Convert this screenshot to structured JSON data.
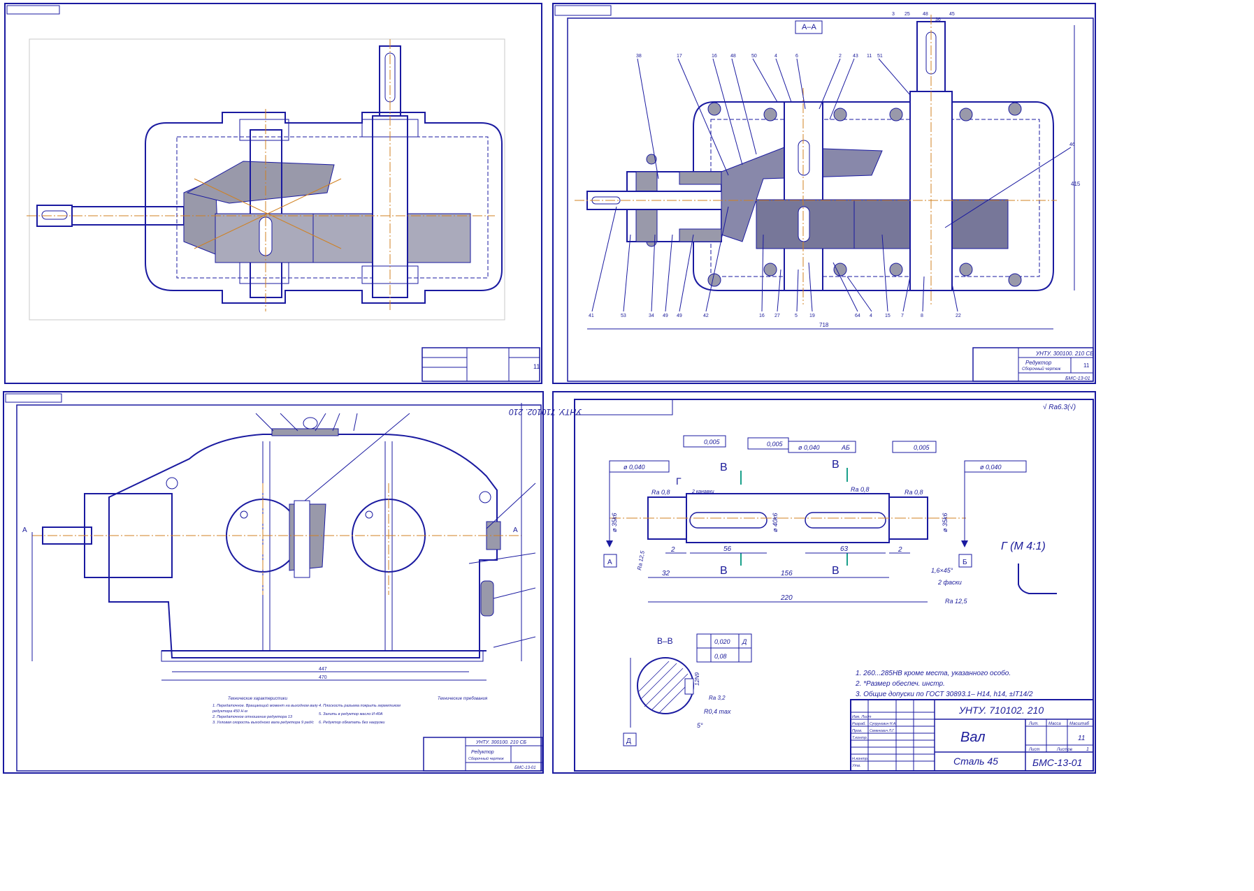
{
  "colors": {
    "line": "#1a1aa0",
    "hatch": "#444466",
    "axis": "#d08020",
    "bg": "#ffffff"
  },
  "sheet1": {
    "stamp_code": "",
    "sheet_num": "11"
  },
  "sheet2": {
    "section_label": "А–А",
    "stamp_code": "УНТУ. 300100. 210 СБ",
    "stamp_title_1": "Редуктор",
    "stamp_title_2": "Сборочный чертеж",
    "stamp_group": "БМС-13-01",
    "sheet_num": "11",
    "dim_overall": "718",
    "dim_height": "415",
    "top_callouts": [
      "3",
      "25",
      "48",
      "36",
      "45"
    ],
    "left_callouts": [
      "38",
      "17",
      "16",
      "48",
      "50",
      "4",
      "6",
      "2",
      "43",
      "11",
      "51",
      "46"
    ],
    "bottom_callouts": [
      "41",
      "53",
      "34",
      "49",
      "49",
      "42",
      "16",
      "27",
      "5",
      "19",
      "64",
      "4",
      "15",
      "7",
      "8",
      "22"
    ]
  },
  "sheet3": {
    "stamp_code": "УНТУ. 300100. 210 СБ",
    "stamp_title_1": "Редуктор",
    "stamp_title_2": "Сборочный чертеж",
    "stamp_group": "БМС-13-01",
    "label_A_left": "А",
    "label_A_right": "А",
    "dim_width": "447",
    "dim_total": "470",
    "tech_title": "Технические характеристики",
    "tech_lines": [
      "1. Передаточное. Вращающий момент на выходном валу",
      "   редуктора 450 Н·м",
      "2. Передаточное отношение редуктора 13",
      "3. Угловая скорость выходного вала редуктора 9 рад/с"
    ],
    "req_title": "Технические требования",
    "req_lines": [
      "4. Плоскость разъема покрыть герметиком",
      "5. Залить в редуктор масло И-40А",
      "6. Редуктор обкатать без нагрузки"
    ]
  },
  "sheet4": {
    "stamp_code": "УНТУ. 710102. 210",
    "stamp_code_rotated": "УНТУ. 710102. 210",
    "part_name": "Вал",
    "material": "Сталь 45",
    "group": "БМС-13-01",
    "sheet_num": "11",
    "roughness_general": "√ Ra6.3(√)",
    "view_G": "Г (М 4:1)",
    "section_BB": "В–В",
    "tol_1": "0,005",
    "tol_2": "0,005",
    "tol_3": "0,005",
    "runout_1": "ø 0,040",
    "runout_2": "ø 0,040",
    "runout_3": "ø 0,040",
    "datum_ref": "АБ",
    "ra_08_a": "Ra 0,8",
    "ra_08_b": "Ra 0,8",
    "ra_08_c": "Ra 0,8",
    "ra_125": "Ra 12,5",
    "ra_125_b": "Ra 12,5",
    "ra_32": "Ra 3,2",
    "dim_2a": "2",
    "dim_2b": "2",
    "dim_56": "56",
    "dim_63": "63",
    "dim_32": "32",
    "dim_156": "156",
    "dim_220": "220",
    "chamfer": "1,6×45°",
    "chamfer_2": "2 фаски",
    "fillets": "2 канавки",
    "dia_left": "ø 35k6",
    "dia_mid": "ø 40k6",
    "dia_right": "ø 35k6",
    "section_B": "В",
    "letter_G": "Г",
    "datum_A": "А",
    "datum_B": "Б",
    "bb_tol_1": "0,020",
    "bb_tol_2": "0,08",
    "bb_letter": "Д",
    "bb_dim": "12N9",
    "bb_r": "R0,4 max",
    "bb_angle": "5°",
    "notes": [
      "1. 260...285HB кроме места, указанного особо.",
      "2. *Размер обеспеч. инстр.",
      "3. Общие допуски по ГОСТ 30893.1– Н14, h14, ±IT14/2"
    ],
    "stamp_rows": [
      "Изм. Лист",
      "Разраб.",
      "Пров.",
      "Т.контр.",
      "Н.контр.",
      "Утв."
    ],
    "stamp_names": [
      "Супрунович Н.А.",
      "Семенович Л.Г."
    ],
    "stamp_lit": "Лит.",
    "stamp_mass": "Масса",
    "stamp_scale": "Масштаб",
    "stamp_sheet": "Лист",
    "stamp_sheets": "Листов",
    "stamp_sheets_n": "1"
  }
}
